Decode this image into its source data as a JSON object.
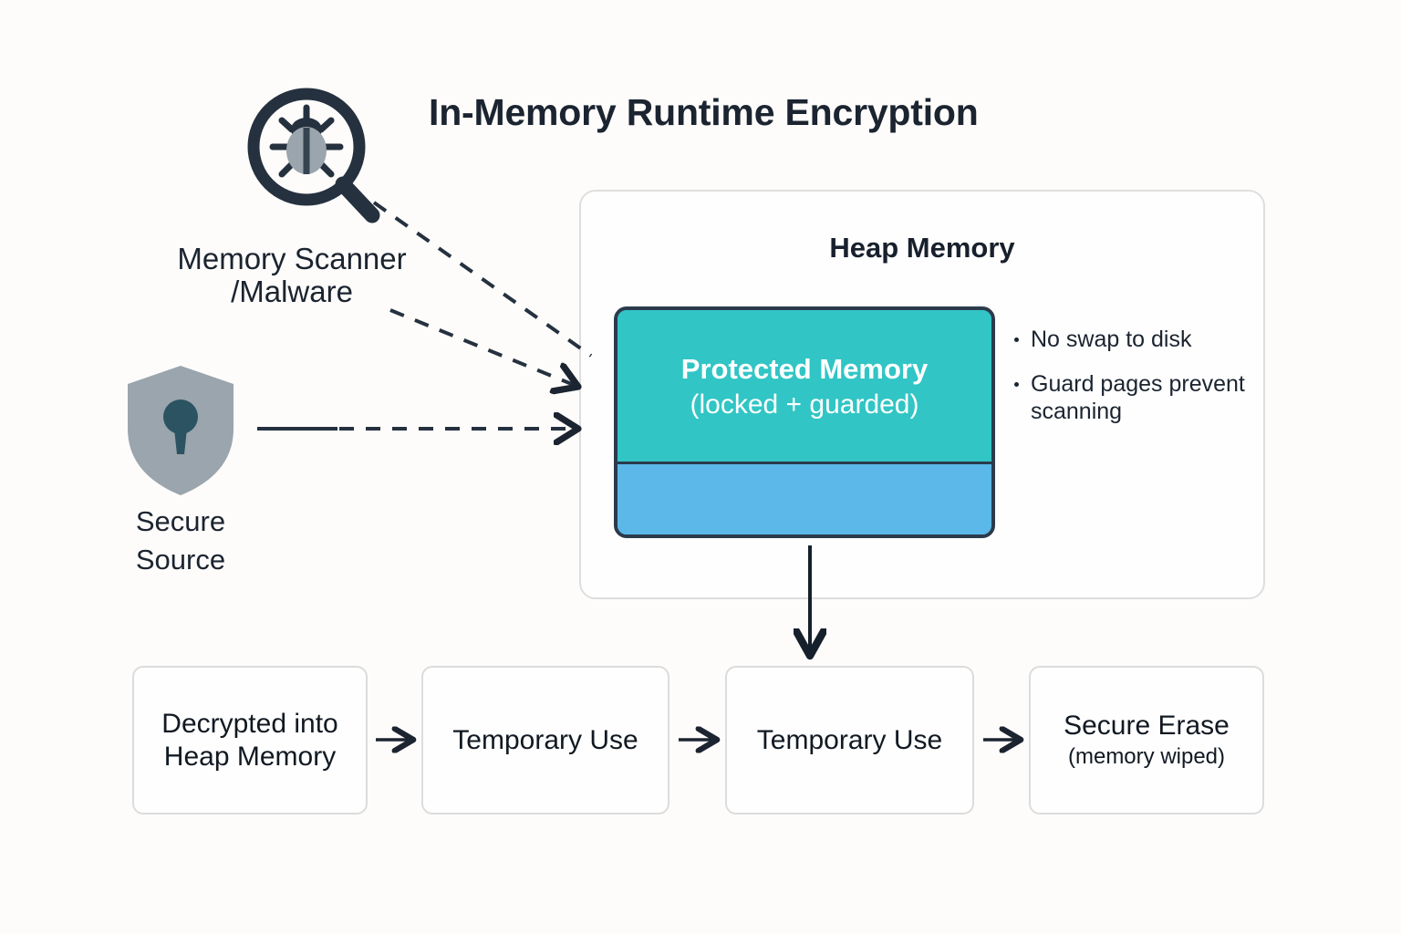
{
  "title": "In-Memory Runtime Encryption",
  "background_color": "#fdfcfa",
  "colors": {
    "ink": "#1b2430",
    "protected_top": "#31c5c5",
    "protected_bottom": "#5bb8e8",
    "protected_border": "#2b3b4c",
    "box_border": "#dcdcdc",
    "shield_body": "#9aa5ad",
    "shield_keyhole": "#2c5361"
  },
  "threat": {
    "icon": "magnifier-bug-icon",
    "label_line1": "Memory Scanner",
    "label_line2": "/Malware"
  },
  "source": {
    "icon": "shield-keyhole-icon",
    "label_line1": "Secure",
    "label_line2": "Source"
  },
  "heap": {
    "label": "Heap Memory",
    "protected_memory": {
      "line1": "Protected Memory",
      "line2": "(locked + guarded)"
    },
    "bullets": [
      "No swap to disk",
      "Guard pages prevent scanning"
    ]
  },
  "flow": {
    "boxes": [
      {
        "main": "Decrypted into Heap Memory",
        "sub": ""
      },
      {
        "main": "Temporary Use",
        "sub": ""
      },
      {
        "main": "Temporary Use",
        "sub": ""
      },
      {
        "main": "Secure Erase",
        "sub": "(memory wiped)"
      }
    ]
  }
}
